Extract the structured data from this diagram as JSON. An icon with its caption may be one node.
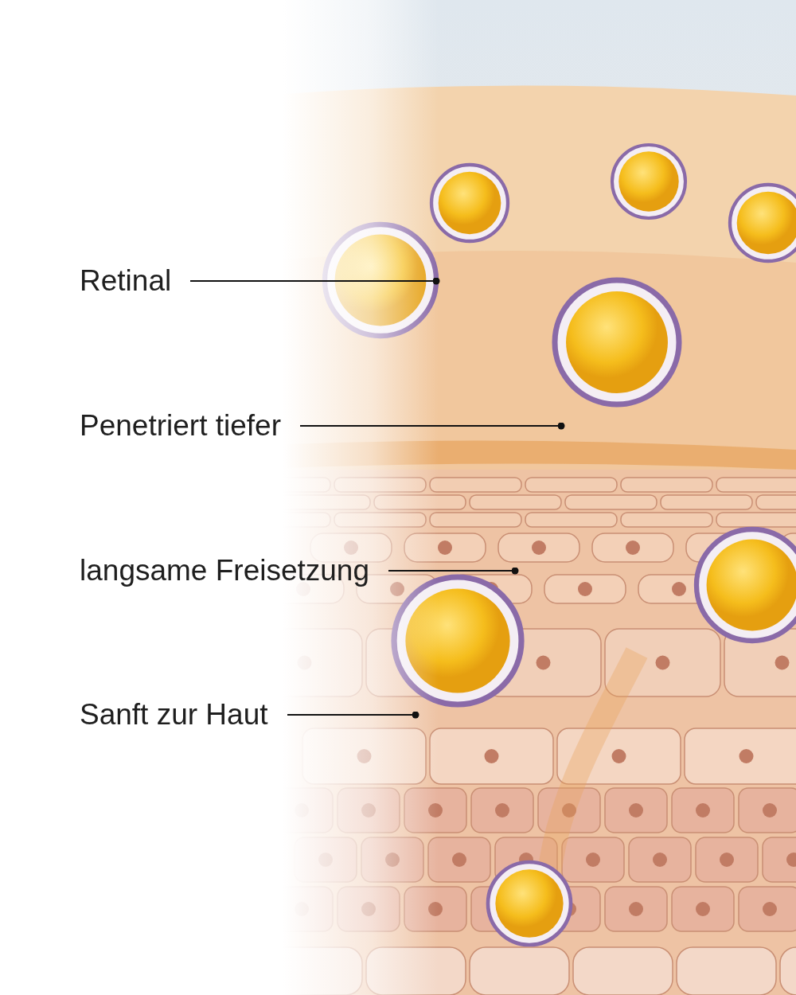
{
  "diagram": {
    "nodes": [
      {
        "text": [
          "Retinal"
        ]
      },
      {
        "text": [
          "Penetriert tiefer"
        ]
      },
      {
        "text": [
          "langsame Freisetzung"
        ]
      },
      {
        "text": [
          "Sanft zur Haut"
        ]
      }
    ],
    "edges": [
      {
        "from": 0,
        "to": null,
        "arrow": "other"
      },
      {
        "from": 1,
        "to": null,
        "arrow": "other"
      },
      {
        "from": 2,
        "to": null,
        "arrow": "other"
      },
      {
        "from": 3,
        "to": null,
        "arrow": "other"
      }
    ]
  }
}
